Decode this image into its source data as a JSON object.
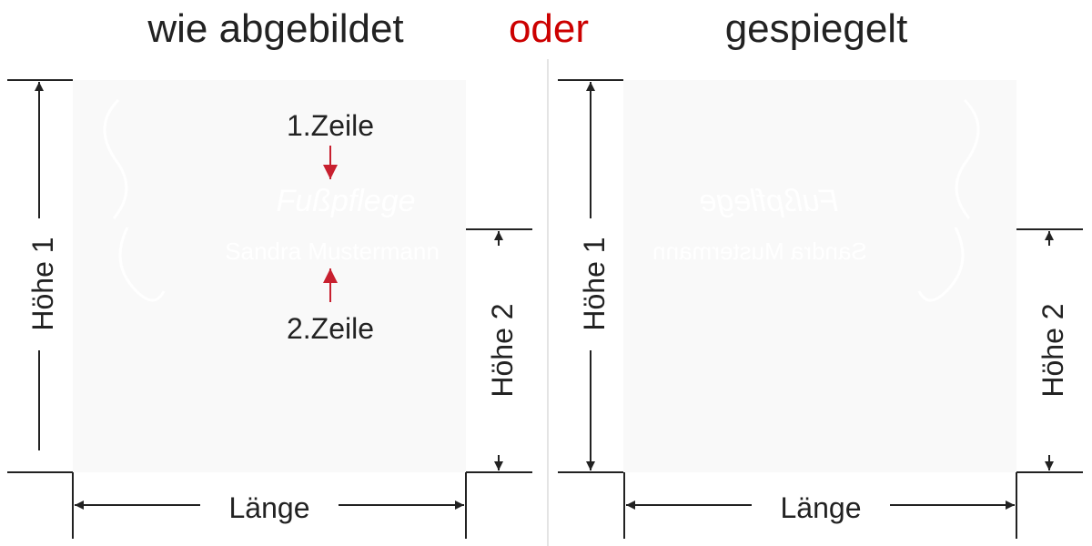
{
  "titles": {
    "left": "wie abgebildet",
    "middle": "oder",
    "right": "gespiegelt"
  },
  "colors": {
    "accent_red": "#cc0000",
    "arrow_red": "#c8202f",
    "ink": "#222222"
  },
  "left_panel": {
    "height1_label": "Höhe 1",
    "height2_label": "Höhe 2",
    "length_label": "Länge",
    "line1_label": "1.Zeile",
    "line2_label": "2.Zeile",
    "sign_line1": "Fußpflege",
    "sign_line2": "Sandra Mustermann"
  },
  "right_panel": {
    "height1_label": "Höhe 1",
    "height2_label": "Höhe 2",
    "length_label": "Länge",
    "sign_line1": "Fußpflege",
    "sign_line2": "Sandra Mustermann"
  }
}
